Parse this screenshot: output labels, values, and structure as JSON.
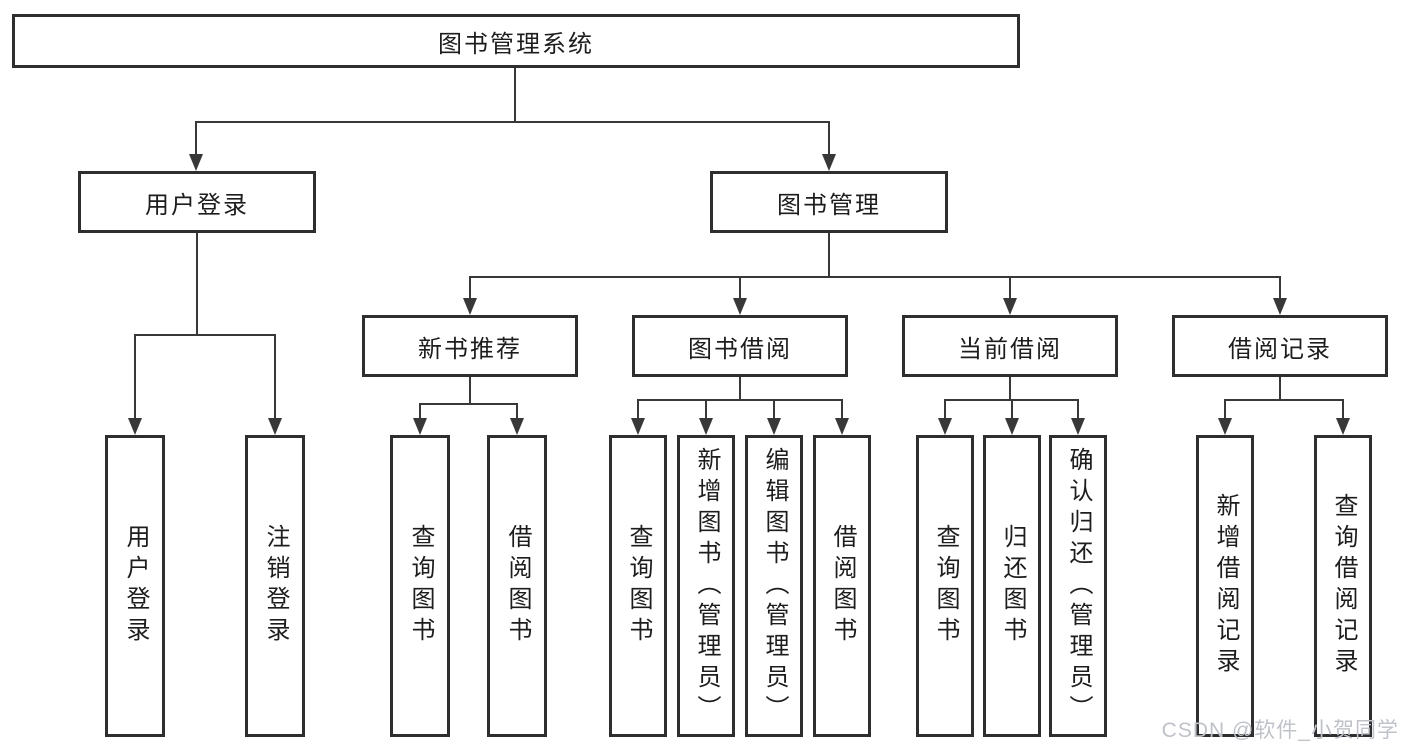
{
  "tree": {
    "label": "图书管理系统",
    "children": [
      {
        "label": "用户登录",
        "children": [
          {
            "label": "用户登录"
          },
          {
            "label": "注销登录"
          }
        ]
      },
      {
        "label": "图书管理",
        "children": [
          {
            "label": "新书推荐",
            "children": [
              {
                "label": "查询图书"
              },
              {
                "label": "借阅图书"
              }
            ]
          },
          {
            "label": "图书借阅",
            "children": [
              {
                "label": "查询图书"
              },
              {
                "label": "新增图书（管理员）"
              },
              {
                "label": "编辑图书（管理员）"
              },
              {
                "label": "借阅图书"
              }
            ]
          },
          {
            "label": "当前借阅",
            "children": [
              {
                "label": "查询图书"
              },
              {
                "label": "归还图书"
              },
              {
                "label": "确认归还（管理员）"
              }
            ]
          },
          {
            "label": "借阅记录",
            "children": [
              {
                "label": "新增借阅记录"
              },
              {
                "label": "查询借阅记录"
              }
            ]
          }
        ]
      }
    ]
  },
  "watermark": "CSDN @软件_小贺同学",
  "colors": {
    "line": "#383838",
    "border": "#2e2e2e",
    "text": "#1d1d1d",
    "watermark": "#bfc2c9",
    "background": "#ffffff"
  }
}
